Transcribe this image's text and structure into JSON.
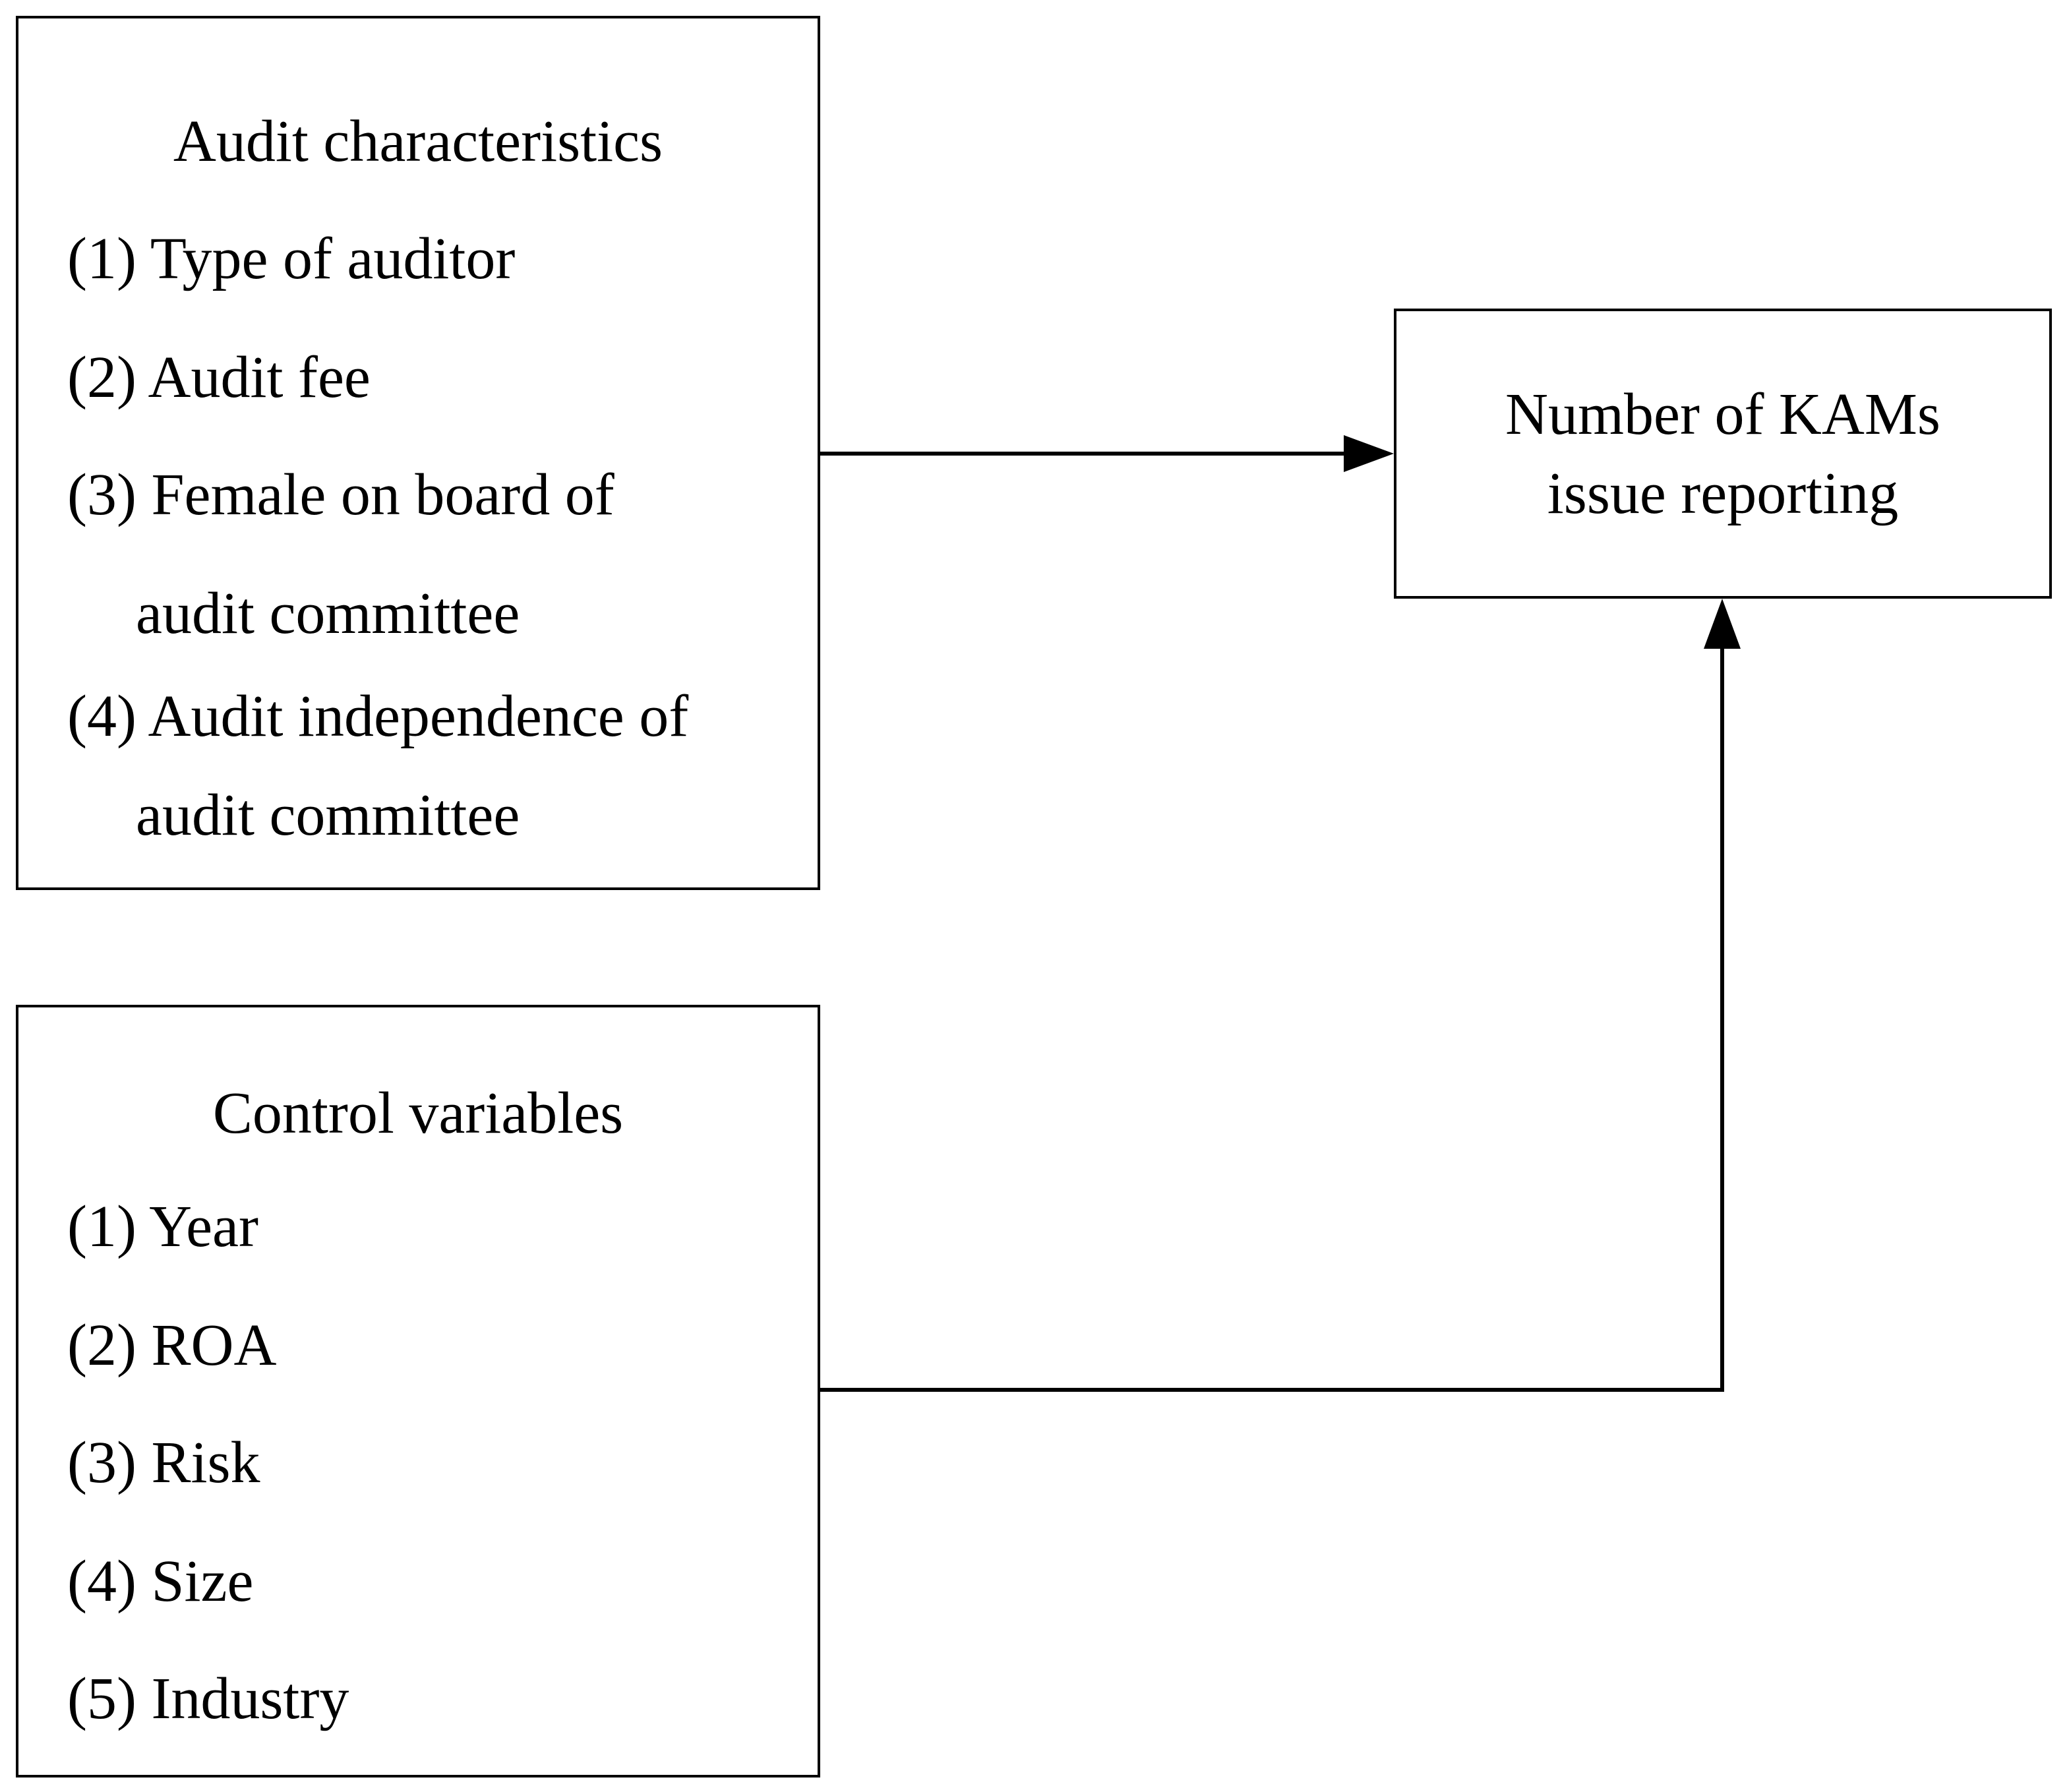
{
  "audit_box": {
    "title": "Audit characteristics",
    "items": [
      "(1) Type of auditor",
      "(2) Audit fee",
      "(3) Female on board of",
      "audit committee",
      "(4) Audit independence of",
      "audit committee"
    ]
  },
  "control_box": {
    "title": "Control variables",
    "items": [
      "(1) Year",
      "(2) ROA",
      "(3) Risk",
      "(4) Size",
      "(5) Industry"
    ]
  },
  "outcome_box": {
    "lines": [
      "Number of KAMs",
      "issue reporting"
    ]
  }
}
